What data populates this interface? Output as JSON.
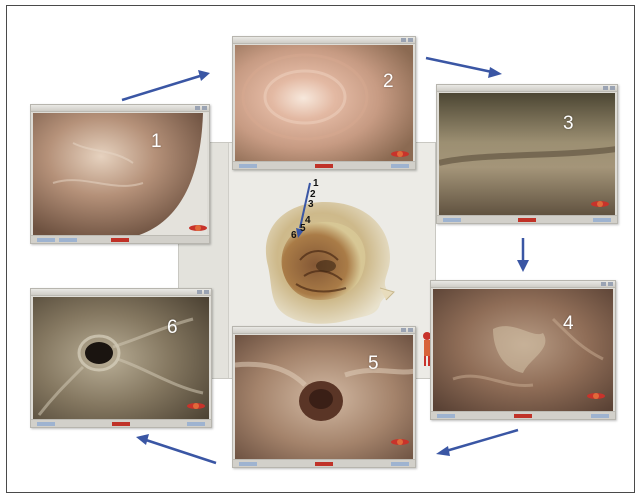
{
  "frames": [
    {
      "id": "1",
      "label": "1"
    },
    {
      "id": "2",
      "label": "2"
    },
    {
      "id": "3",
      "label": "3"
    },
    {
      "id": "4",
      "label": "4"
    },
    {
      "id": "5",
      "label": "5"
    },
    {
      "id": "6",
      "label": "6"
    }
  ],
  "path_markers": [
    "1",
    "2",
    "3",
    "4",
    "5",
    "6"
  ],
  "colors": {
    "arrow": "#3a56a4",
    "nav_icon": "#c8332b",
    "label": "#ffffff"
  }
}
